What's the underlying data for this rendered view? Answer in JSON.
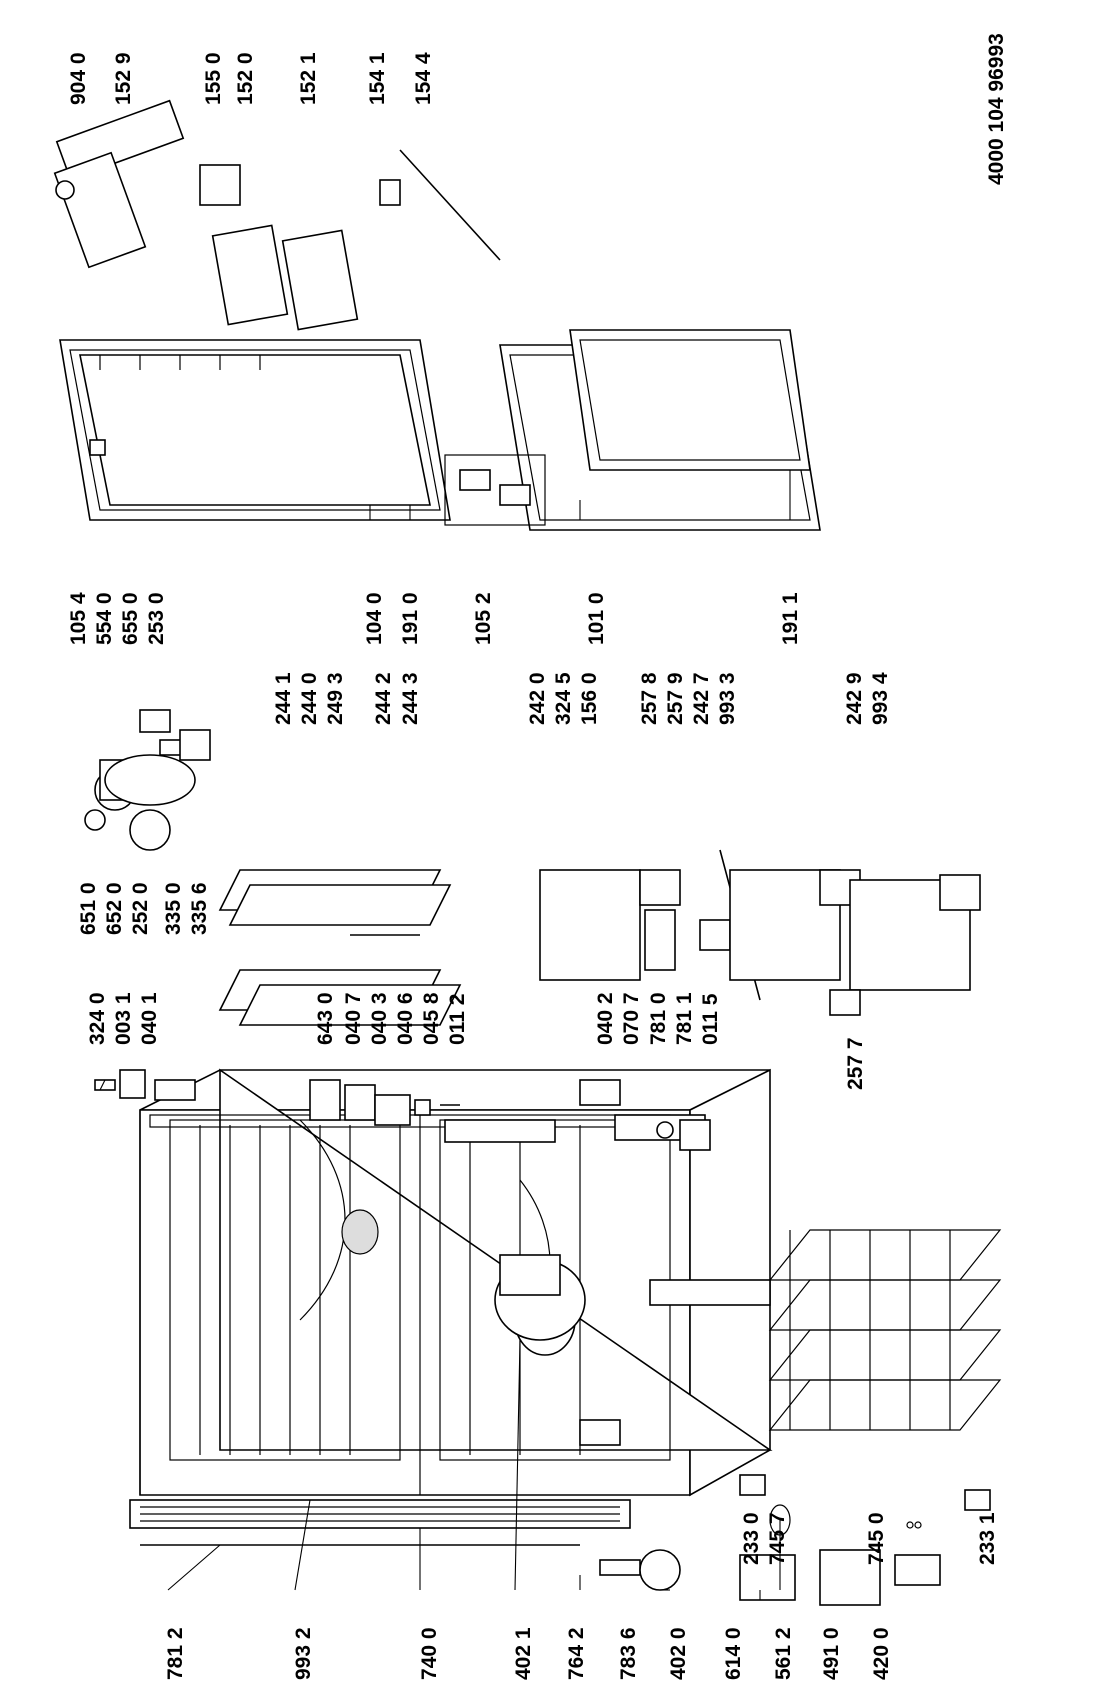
{
  "document_ref": "4000 104 96993",
  "parts": [
    "781 2",
    "993 2",
    "740 0",
    "402 1",
    "764 2",
    "783 6",
    "402 0",
    "614 0",
    "561 2",
    "491 0",
    "420 0",
    "324 0",
    "003 1",
    "040 1",
    "643 0",
    "040 7",
    "040 3",
    "040 6",
    "045 8",
    "011 2",
    "040 2",
    "070 7",
    "781 0",
    "781 1",
    "011 5",
    "233 0",
    "745 7",
    "745 0",
    "233 1",
    "651 0",
    "652 0",
    "252 0",
    "335 0",
    "335 6",
    "244 1",
    "244 0",
    "249 3",
    "244 2",
    "244 3",
    "242 0",
    "324 5",
    "156 0",
    "257 8",
    "257 9",
    "242 7",
    "993 3",
    "242 9",
    "993 4",
    "257 7",
    "105 4",
    "554 0",
    "655 0",
    "253 0",
    "104 0",
    "191 0",
    "105 2",
    "101 0",
    "191 1",
    "904 0",
    "152 9",
    "155 0",
    "152 0",
    "152 1",
    "154 1",
    "154 4"
  ]
}
